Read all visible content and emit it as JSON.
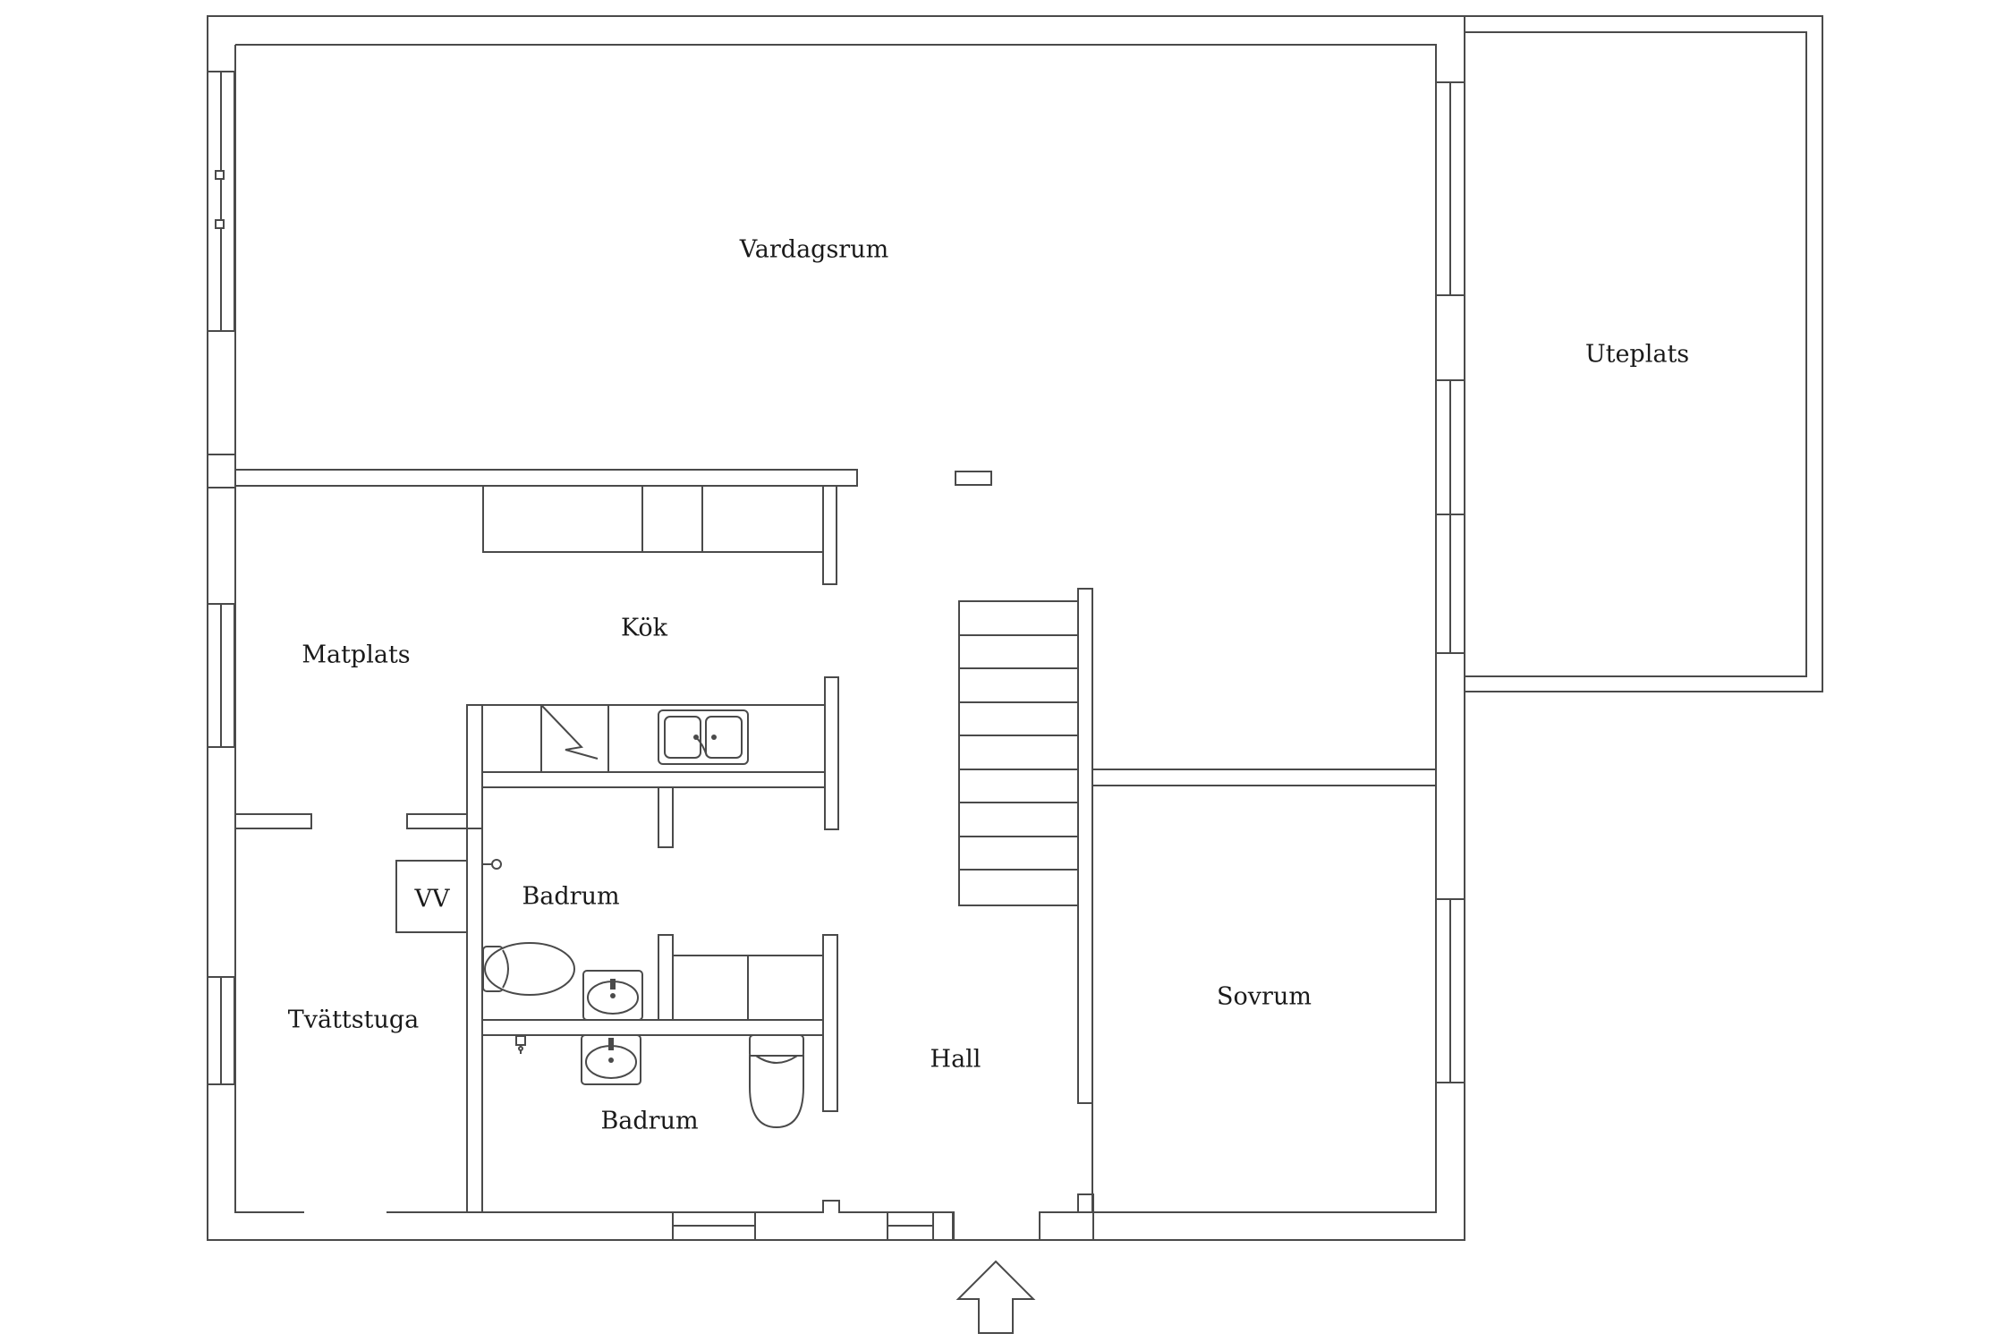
{
  "rooms": {
    "vardagsrum": "Vardagsrum",
    "uteplats": "Uteplats",
    "kok": "Kök",
    "matplats": "Matplats",
    "badrum_upper": "Badrum",
    "vv": "VV",
    "tvattstuga": "Tvättstuga",
    "hall": "Hall",
    "badrum_lower": "Badrum",
    "sovrum": "Sovrum"
  },
  "icons": {
    "entrance": "entrance-arrow-icon",
    "stairs": "staircase-icon",
    "stove": "stove-icon",
    "sink": "kitchen-sink-icon",
    "toilet": "toilet-icon",
    "washbasin": "washbasin-icon"
  }
}
